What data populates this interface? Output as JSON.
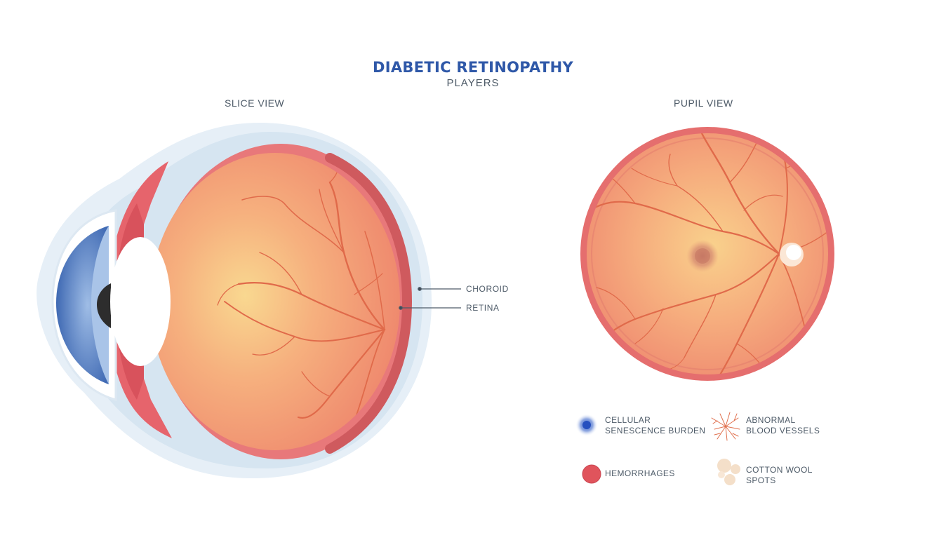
{
  "header": {
    "title": "DIABETIC RETINOPATHY",
    "subtitle": "PLAYERS"
  },
  "views": {
    "slice": "SLICE VIEW",
    "pupil": "PUPIL VIEW"
  },
  "callouts": {
    "choroid": "CHOROID",
    "retina": "RETINA"
  },
  "legend": {
    "senescence": "CELLULAR\nSENESCENCE BURDEN",
    "vessels": "ABNORMAL\nBLOOD VESSELS",
    "hemorrhages": "HEMORRHAGES",
    "cotton": "COTTON WOOL\nSPOTS"
  },
  "colors": {
    "title": "#2f58a8",
    "text": "#4e5b68",
    "sclera": "#dbe8f3",
    "choroid": "#cf5a5e",
    "retina_fill": "#f2906f",
    "retina_center": "#f9d58c",
    "vessel": "#e0704e",
    "iris": "#4f7ac0",
    "hemorrhage": "#e0545c",
    "senescence": "#2f5cc4",
    "cotton": "#f3dcc4"
  }
}
